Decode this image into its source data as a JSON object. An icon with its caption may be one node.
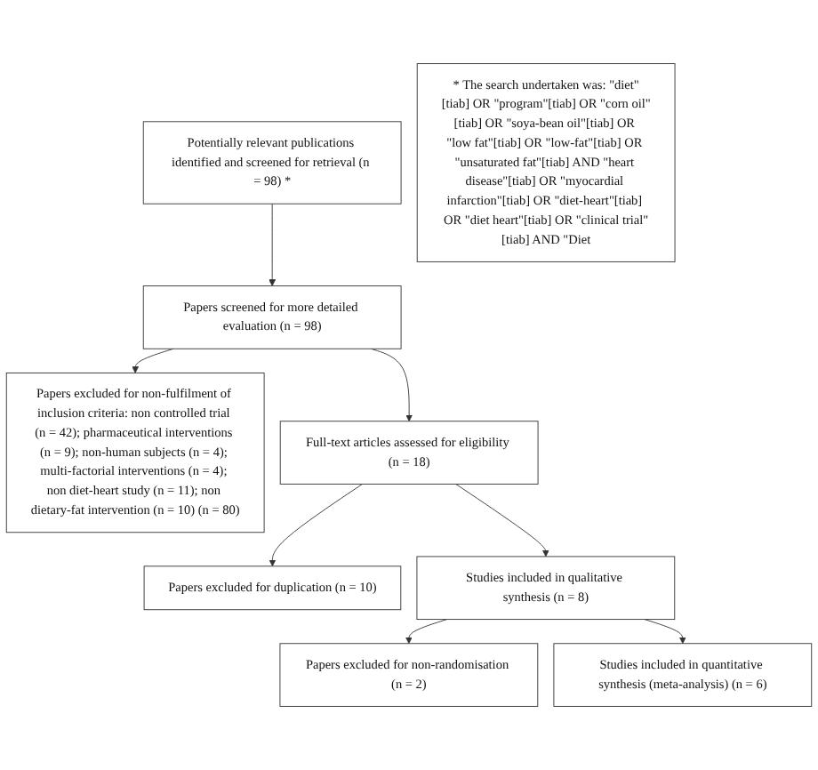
{
  "diagram": {
    "nodes": [
      {
        "text": [
          "Potentially relevant publications identified and screened for retrieval (n = 98) *"
        ]
      },
      {
        "text": [
          "Papers screened for more detailed evaluation (n = 98)"
        ]
      },
      {
        "text": [
          "Papers excluded for non-fulfilment of inclusion criteria: non controlled trial (n = 42); pharmaceutical interventions (n = 9); non-human subjects (n = 4); multi-factorial interventions (n = 4); non diet-heart study (n = 11); non dietary-fat intervention (n = 10) (n = 80)"
        ]
      },
      {
        "text": [
          "Full-text articles assessed for eligibility (n = 18)"
        ]
      },
      {
        "text": [
          "Papers excluded for duplication (n = 10)"
        ]
      },
      {
        "text": [
          "Studies included in qualitative synthesis (n = 8)"
        ]
      },
      {
        "text": [
          "Papers excluded for non-randomisation (n = 2)"
        ]
      },
      {
        "text": [
          "Studies included in quantitative synthesis (meta-analysis) (n = 6)"
        ]
      },
      {
        "text": [
          "* The search undertaken was: \"diet\"[tiab] OR \"program\"[tiab] OR \"corn oil\"[tiab] OR \"soya-bean oil\"[tiab] OR \"low fat\"[tiab] OR \"low-fat\"[tiab] OR \"unsaturated fat\"[tiab] AND \"heart disease\"[tiab] OR \"myocardial infarction\"[tiab] OR \"diet-heart\"[tiab] OR \"diet heart\"[tiab] OR \"clinical trial\"[tiab] AND \"Diet"
        ]
      }
    ],
    "edges": [
      {
        "from": 0,
        "to": 1,
        "arrow": "to"
      },
      {
        "from": 1,
        "to": 2,
        "arrow": "to"
      },
      {
        "from": 1,
        "to": 3,
        "arrow": "to"
      },
      {
        "from": 3,
        "to": 4,
        "arrow": "to"
      },
      {
        "from": 3,
        "to": 5,
        "arrow": "to"
      },
      {
        "from": 5,
        "to": 6,
        "arrow": "to"
      },
      {
        "from": 5,
        "to": 7,
        "arrow": "to"
      }
    ]
  }
}
